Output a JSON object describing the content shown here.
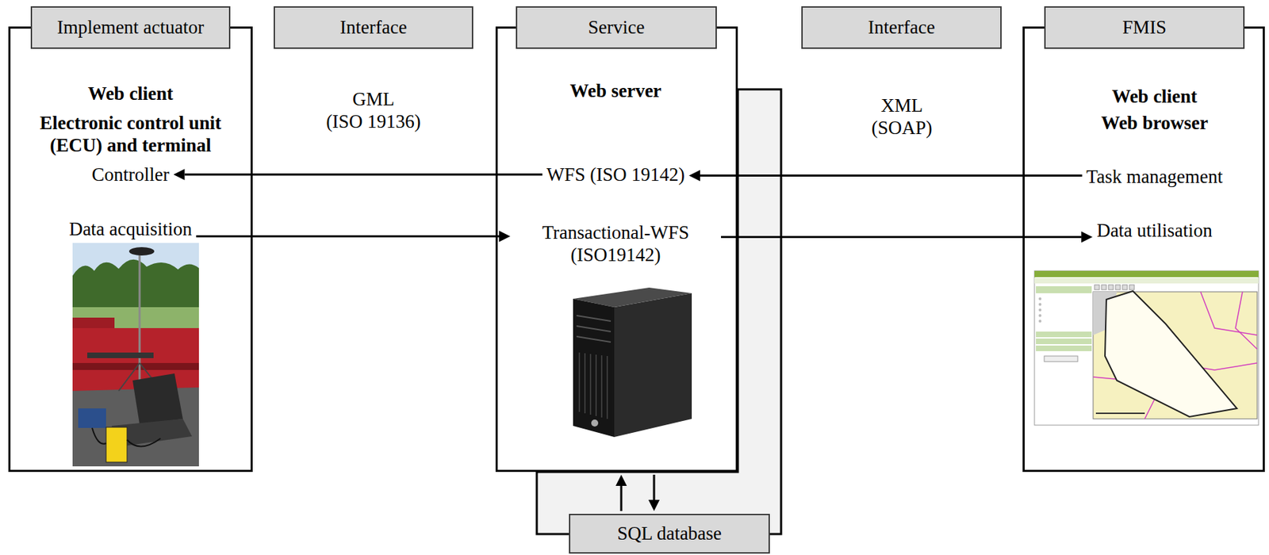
{
  "diagram": {
    "nodes": [
      {
        "text": [
          "Implement actuator",
          "Web client",
          "Electronic control unit (ECU) and terminal"
        ]
      },
      {
        "text": [
          "Controller"
        ],
        "in": 0
      },
      {
        "text": [
          "Data acquisition"
        ],
        "in": 0
      },
      {
        "text": [
          "Interface"
        ]
      },
      {
        "text": [
          "Service",
          "Web server"
        ]
      },
      {
        "text": [
          "WFS (ISO 19142)"
        ],
        "in": 4
      },
      {
        "text": [
          "Transactional-WFS (ISO19142)"
        ],
        "in": 4
      },
      {
        "text": [
          "SQL database"
        ]
      },
      {
        "text": [
          "Interface"
        ]
      },
      {
        "text": [
          "FMIS",
          "Web client",
          "Web browser"
        ]
      },
      {
        "text": [
          "Task management"
        ],
        "in": 9
      },
      {
        "text": [
          "Data utilisation"
        ],
        "in": 9
      }
    ],
    "edges": [
      {
        "from": 5,
        "to": 1,
        "arrow": "to"
      },
      {
        "from": 10,
        "to": 5,
        "arrow": "to"
      },
      {
        "from": 2,
        "to": 6,
        "arrow": "to"
      },
      {
        "from": 6,
        "to": 11,
        "arrow": "to"
      },
      {
        "from": 7,
        "to": 4,
        "arrow": "to"
      },
      {
        "from": 4,
        "to": 7,
        "arrow": "to"
      }
    ],
    "labels": [
      "GML (ISO 19136)",
      "XML (SOAP)"
    ]
  }
}
